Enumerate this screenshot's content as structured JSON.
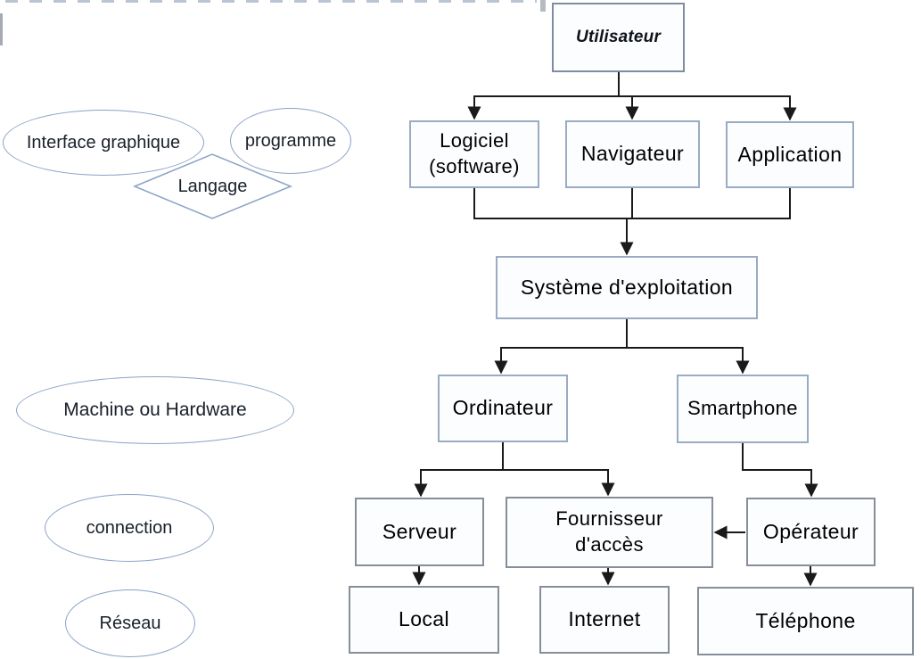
{
  "nodes": {
    "utilisateur": {
      "label": "Utilisateur"
    },
    "logiciel": {
      "line1": "Logiciel",
      "line2": "(software)"
    },
    "navigateur": {
      "label": "Navigateur"
    },
    "application": {
      "label": "Application"
    },
    "systeme": {
      "label": "Système d'exploitation"
    },
    "ordinateur": {
      "label": "Ordinateur"
    },
    "smartphone": {
      "label": "Smartphone"
    },
    "serveur": {
      "label": "Serveur"
    },
    "fournisseur": {
      "line1": "Fournisseur",
      "line2": "d'accès"
    },
    "operateur": {
      "label": "Opérateur"
    },
    "local": {
      "label": "Local"
    },
    "internet": {
      "label": "Internet"
    },
    "telephone": {
      "label": "Téléphone"
    }
  },
  "annotations": {
    "interface_graphique": {
      "label": "Interface graphique"
    },
    "programme": {
      "label": "programme"
    },
    "langage": {
      "label": "Langage"
    },
    "machine": {
      "label": "Machine ou Hardware"
    },
    "connection": {
      "label": "connection"
    },
    "reseau": {
      "label": "Réseau"
    }
  },
  "colors": {
    "box_fill": "#fcfdfe",
    "box_border_blue": "#9aabc2",
    "box_border_gray": "#868e98",
    "ellipse_stroke": "#8ba3c6",
    "connector_line": "#1a1a1a",
    "text": "#000000"
  }
}
